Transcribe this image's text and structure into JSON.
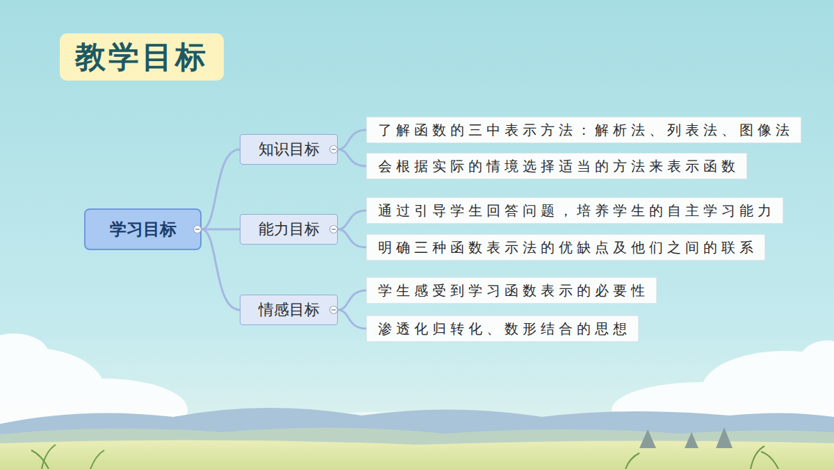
{
  "diagram": {
    "title": "教学目标",
    "nodes": [
      {
        "text": [
          "学习目标"
        ]
      },
      {
        "text": [
          "知识目标"
        ]
      },
      {
        "text": [
          "了解函数的三中表示方法：解析法、列表法、图像法"
        ]
      },
      {
        "text": [
          "会根据实际的情境选择适当的方法来表示函数"
        ]
      },
      {
        "text": [
          "能力目标"
        ]
      },
      {
        "text": [
          "通过引导学生回答问题，培养学生的自主学习能力"
        ]
      },
      {
        "text": [
          "明确三种函数表示法的优缺点及他们之间的联系"
        ]
      },
      {
        "text": [
          "情感目标"
        ]
      },
      {
        "text": [
          "学生感受到学习函数表示的必要性"
        ]
      },
      {
        "text": [
          "渗透化归转化、数形结合的思想"
        ]
      }
    ],
    "edges": [
      {
        "from": 0,
        "to": 1,
        "arrow": "none"
      },
      {
        "from": 0,
        "to": 4,
        "arrow": "none"
      },
      {
        "from": 0,
        "to": 7,
        "arrow": "none"
      },
      {
        "from": 1,
        "to": 2,
        "arrow": "none"
      },
      {
        "from": 1,
        "to": 3,
        "arrow": "none"
      },
      {
        "from": 4,
        "to": 5,
        "arrow": "none"
      },
      {
        "from": 4,
        "to": 6,
        "arrow": "none"
      },
      {
        "from": 7,
        "to": 8,
        "arrow": "none"
      },
      {
        "from": 7,
        "to": 9,
        "arrow": "none"
      }
    ]
  }
}
